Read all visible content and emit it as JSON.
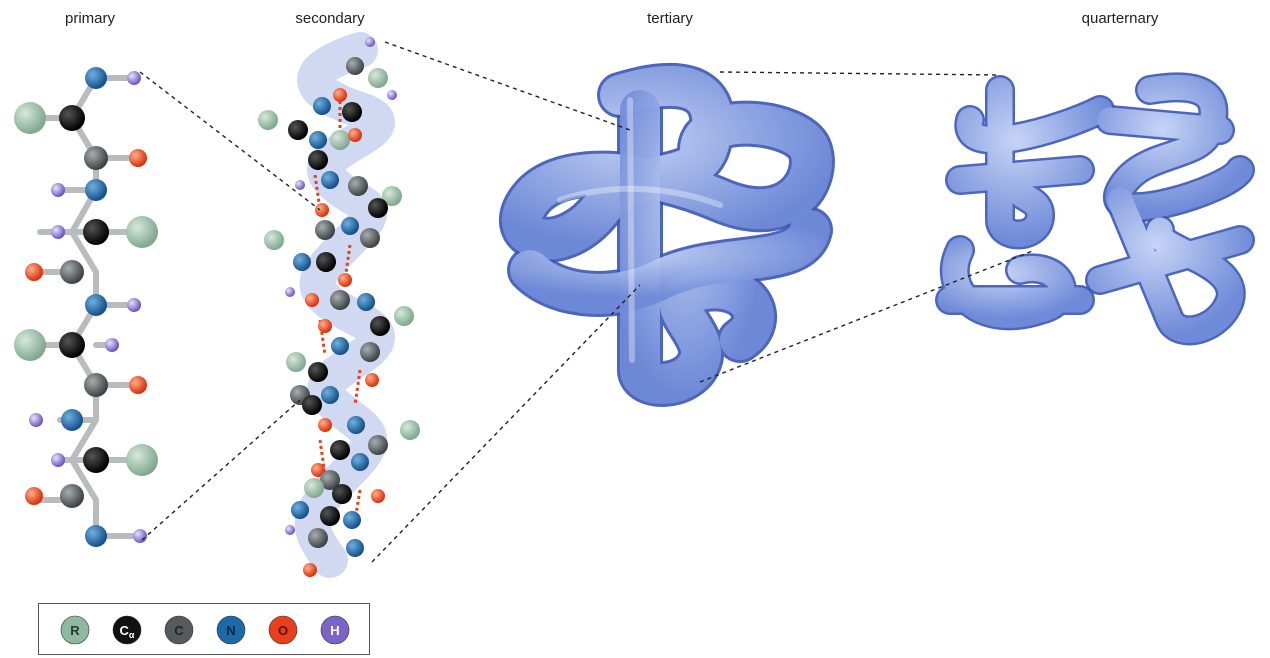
{
  "labels": {
    "primary": "primary",
    "secondary": "secondary",
    "tertiary": "tertiary",
    "quaternary": "quarternary"
  },
  "legend": [
    {
      "symbol": "R",
      "sub": "",
      "color": "#8fb8a0",
      "text_color": "#2a3a30"
    },
    {
      "symbol": "C",
      "sub": "α",
      "color": "#111111",
      "text_color": "#ffffff"
    },
    {
      "symbol": "C",
      "sub": "",
      "color": "#555a5c",
      "text_color": "#222222"
    },
    {
      "symbol": "N",
      "sub": "",
      "color": "#1e6aa8",
      "text_color": "#0b2740"
    },
    {
      "symbol": "O",
      "sub": "",
      "color": "#e8401c",
      "text_color": "#5a1000"
    },
    {
      "symbol": "H",
      "sub": "",
      "color": "#7a64c8",
      "text_color": "#ffffff"
    }
  ],
  "colors": {
    "r_group": "#8fb8a0",
    "c_alpha": "#111111",
    "carbon": "#555a5c",
    "nitrogen": "#1e6aa8",
    "oxygen": "#e8401c",
    "hydrogen": "#7a64c8",
    "protein_surface": "#7e9ae0",
    "protein_edge": "#3a55b5"
  }
}
